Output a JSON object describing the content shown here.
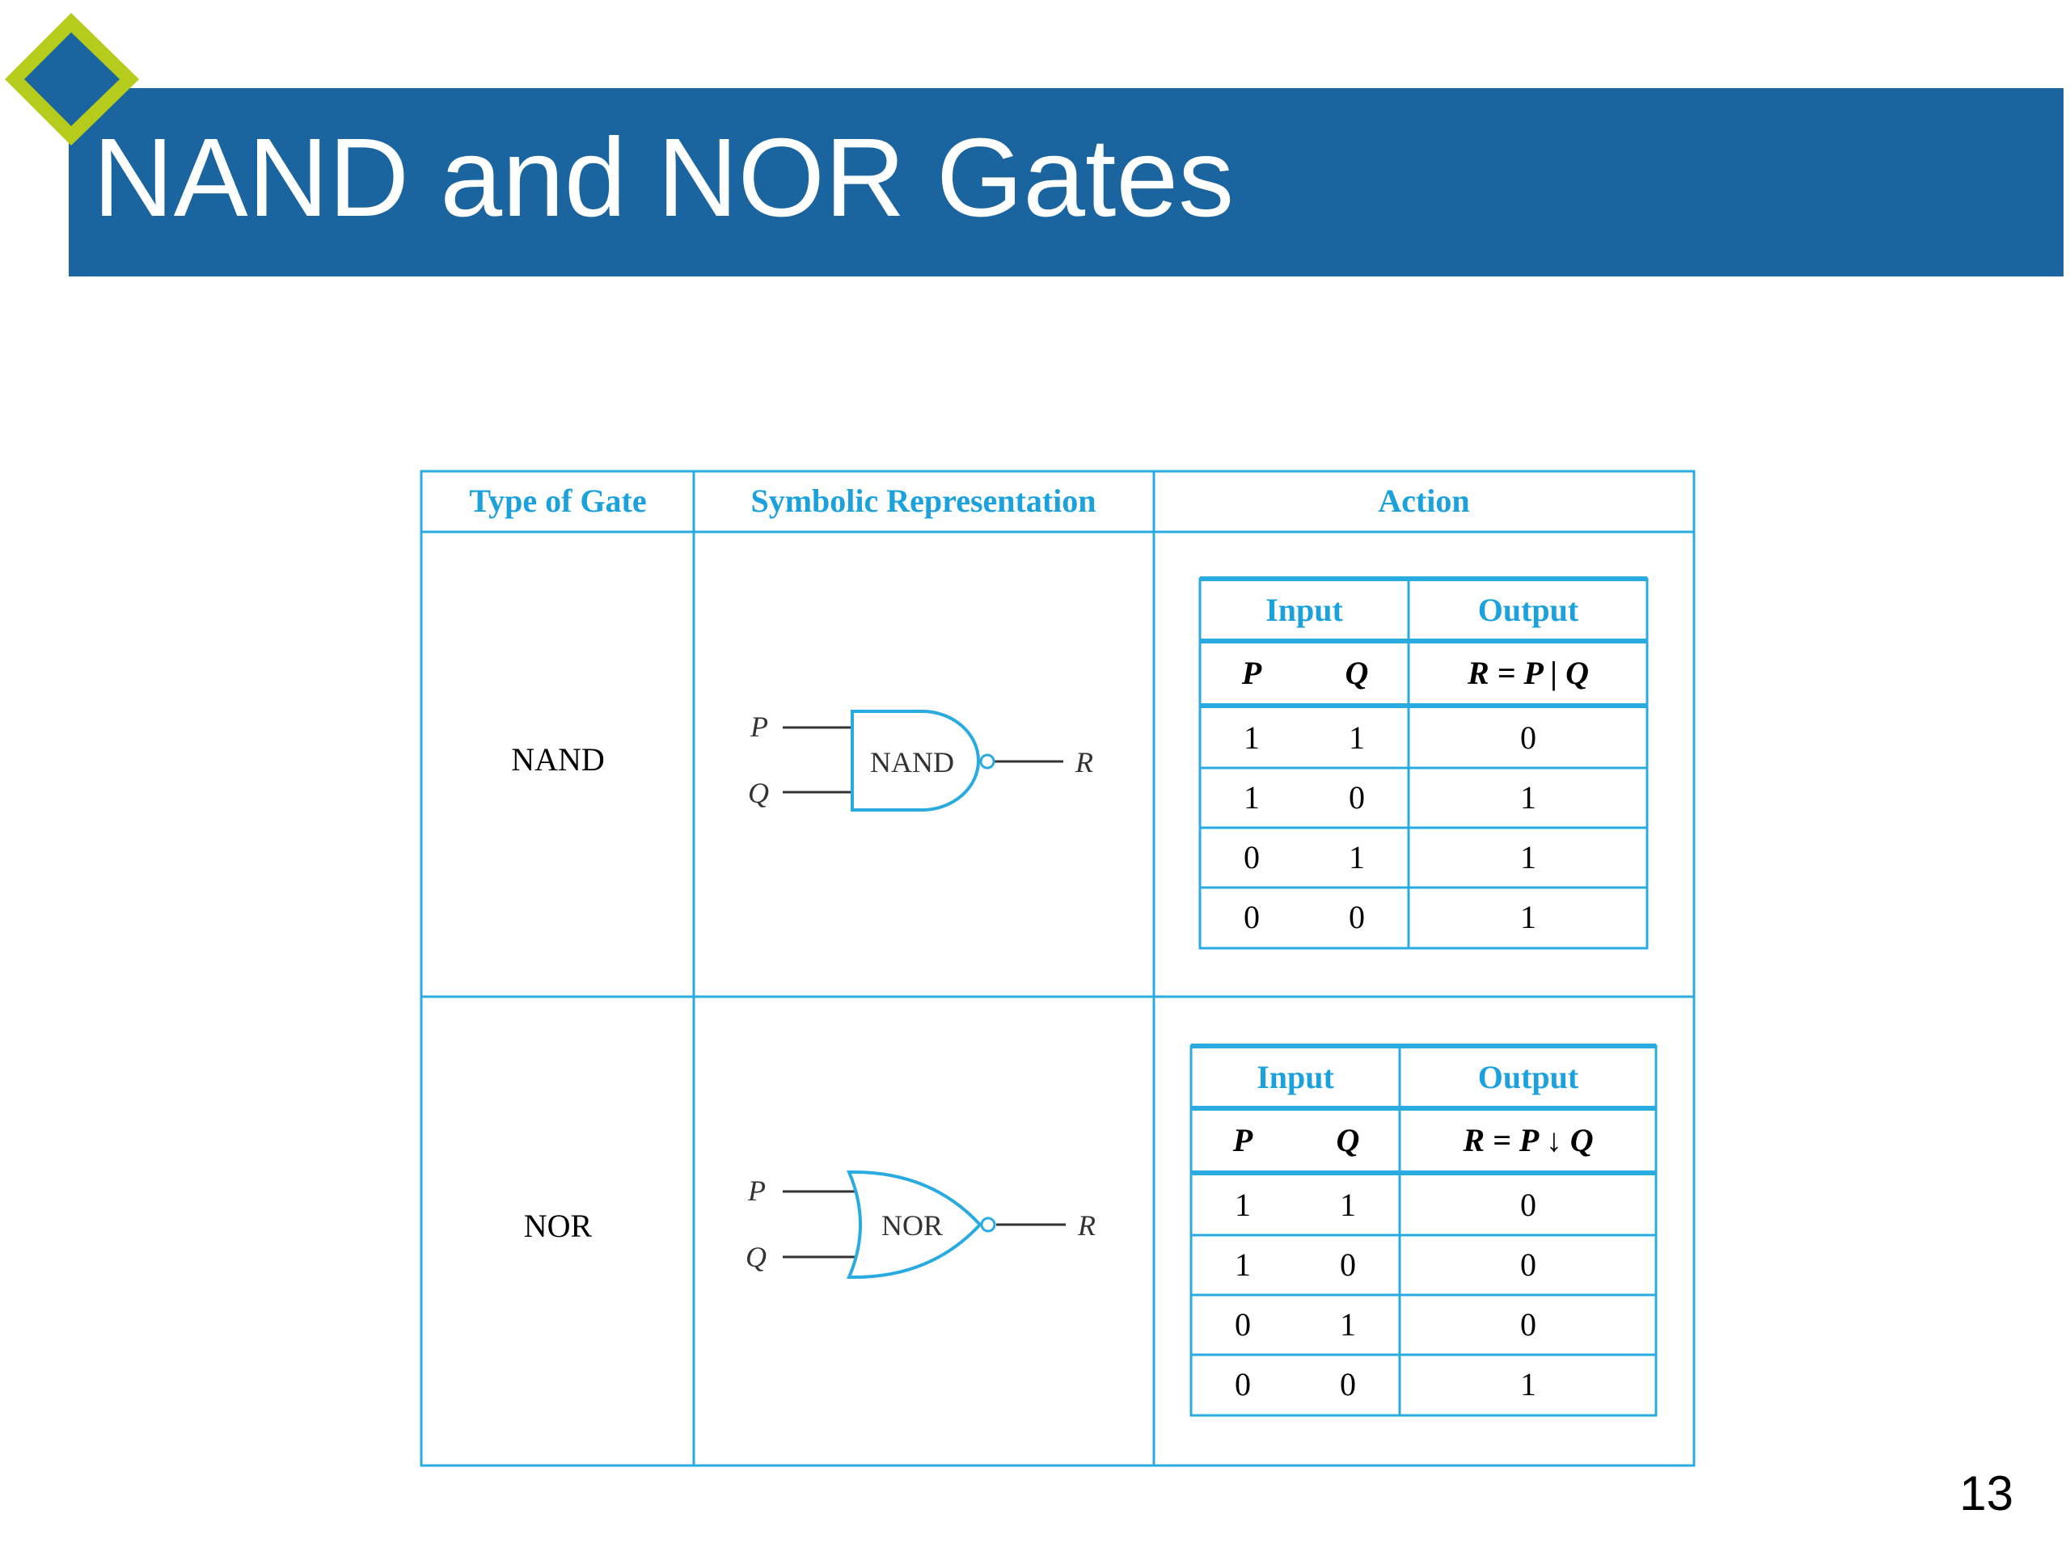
{
  "slide": {
    "title": "NAND and NOR Gates",
    "page_number": "13"
  },
  "colors": {
    "title_bar": "#1a65a0",
    "accent_green": "#b5cc1d",
    "diamond_blue": "#1a65a0",
    "table_line": "#29abe2",
    "header_text": "#1ba1dc"
  },
  "table": {
    "headers": [
      "Type of Gate",
      "Symbolic Representation",
      "Action"
    ],
    "rows": [
      {
        "gate": "NAND",
        "symbol": {
          "label": "NAND",
          "in1": "P",
          "in2": "Q",
          "out": "R"
        },
        "truth_table": {
          "input_header": "Input",
          "output_header": "Output",
          "col_p": "P",
          "col_q": "Q",
          "col_r": "R = P | Q",
          "rows": [
            [
              "1",
              "1",
              "0"
            ],
            [
              "1",
              "0",
              "1"
            ],
            [
              "0",
              "1",
              "1"
            ],
            [
              "0",
              "0",
              "1"
            ]
          ]
        }
      },
      {
        "gate": "NOR",
        "symbol": {
          "label": "NOR",
          "in1": "P",
          "in2": "Q",
          "out": "R"
        },
        "truth_table": {
          "input_header": "Input",
          "output_header": "Output",
          "col_p": "P",
          "col_q": "Q",
          "col_r": "R = P ↓ Q",
          "rows": [
            [
              "1",
              "1",
              "0"
            ],
            [
              "1",
              "0",
              "0"
            ],
            [
              "0",
              "1",
              "0"
            ],
            [
              "0",
              "0",
              "1"
            ]
          ]
        }
      }
    ]
  }
}
